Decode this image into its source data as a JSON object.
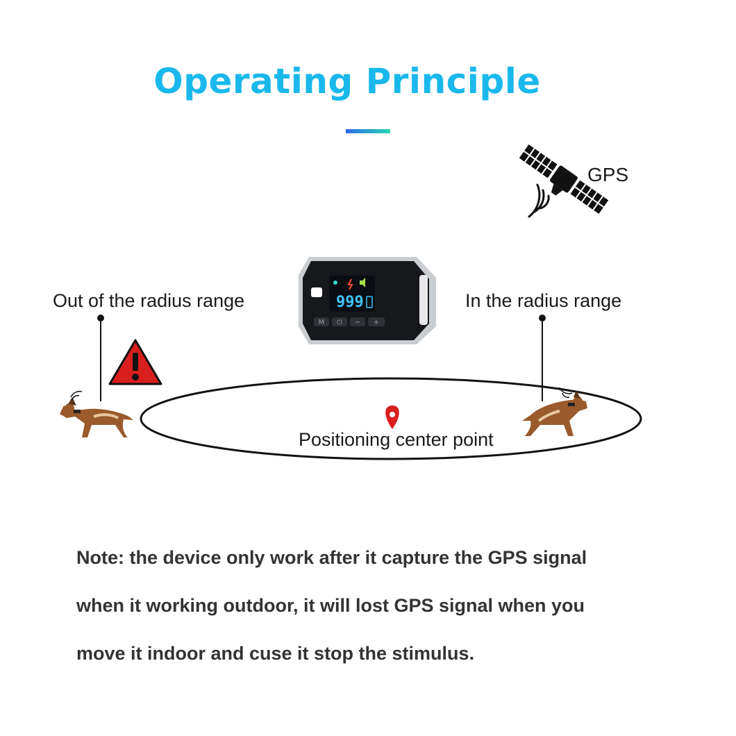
{
  "title": "Operating Principle",
  "gps_label": "GPS",
  "labels": {
    "out_of_range": "Out of the radius range",
    "in_range": "In the radius range",
    "center_point": "Positioning center point"
  },
  "device": {
    "display_value": "999",
    "buttons": [
      "M",
      "⏻",
      "−",
      "+"
    ]
  },
  "note_lines": [
    "Note: the device only work after it capture the GPS signal",
    "when it working outdoor, it will lost GPS signal when you",
    "move it indoor and cuse it stop the stimulus."
  ],
  "colors": {
    "title": "#1ab8ec",
    "warning": "#d91e1e",
    "pin": "#d91e1e",
    "dog": "#9a5a2b"
  },
  "icons": [
    "satellite-icon",
    "warning-triangle-icon",
    "location-pin-icon",
    "dog-icon"
  ]
}
